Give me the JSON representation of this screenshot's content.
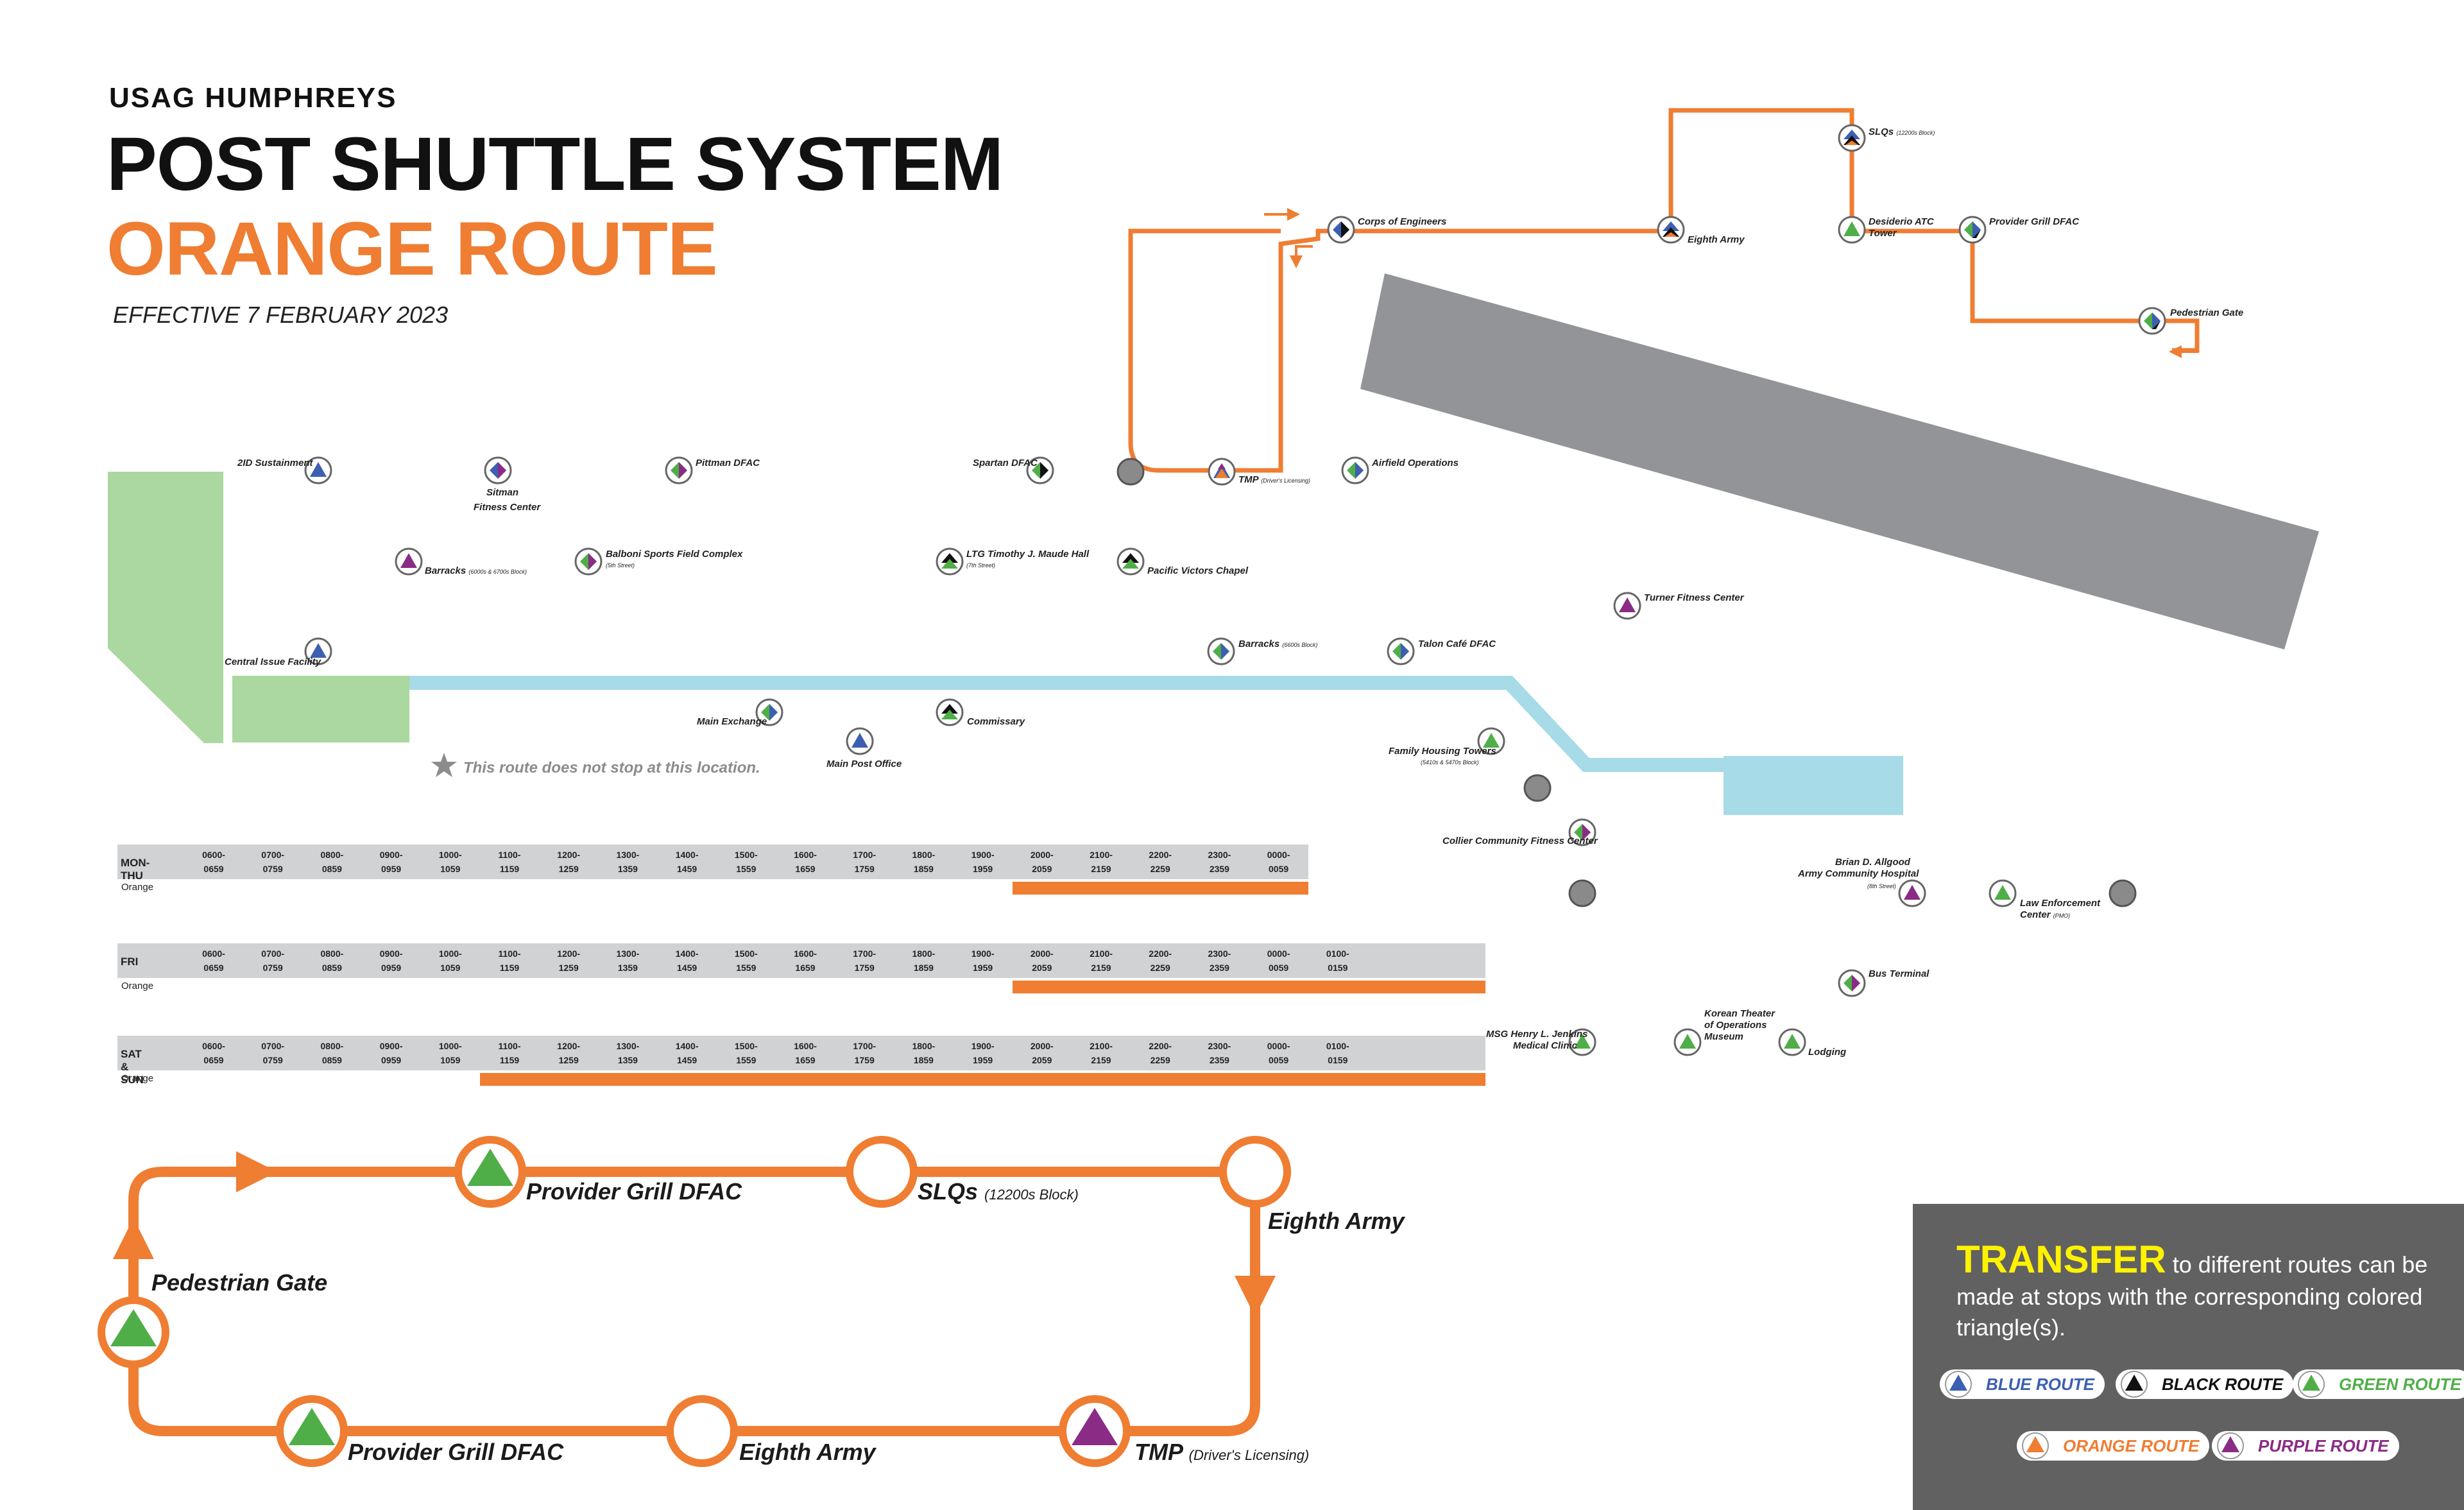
{
  "header": {
    "post": "USAG HUMPHREYS",
    "title": "POST SHUTTLE SYSTEM",
    "route": "ORANGE ROUTE",
    "effective": "EFFECTIVE 7 FEBRUARY 2023"
  },
  "colors": {
    "orange": "#ef7d32",
    "blue": "#3d5fb1",
    "black": "#111111",
    "green": "#4fae48",
    "purple": "#8a2c86",
    "runway": "#929497",
    "river": "#a6dbe7",
    "field": "#abd8a0",
    "panel": "#616161",
    "highlight": "#fff200"
  },
  "map": {
    "stops": {
      "sustainment_2id": "2ID Sustainment",
      "sitman": "Sitman",
      "sitman2": "Fitness Center",
      "pittman": "Pittman DFAC",
      "spartan": "Spartan DFAC",
      "tmp": "TMP",
      "tmp_sub": "(Driver's Licensing)",
      "airfield": "Airfield Operations",
      "barracks_6000": "Barracks",
      "barracks_6000_sub": "(6000s & 6700s Block)",
      "balboni": "Balboni Sports Field Complex",
      "balboni_sub": "(5th Street)",
      "maude": "LTG Timothy J. Maude Hall",
      "maude_sub": "(7th Street)",
      "pacific": "Pacific Victors Chapel",
      "turner": "Turner Fitness Center",
      "barracks_6600": "Barracks",
      "barracks_6600_sub": "(6600s Block)",
      "talon": "Talon Café DFAC",
      "cif": "Central Issue Facility",
      "exchange": "Main Exchange",
      "commissary": "Commissary",
      "post_office": "Main Post Office",
      "family_towers": "Family Housing Towers",
      "family_towers_sub": "(5410s & 5470s Block)",
      "collier": "Collier Community Fitness Center",
      "hospital1": "Brian D. Allgood",
      "hospital2": "Army Community Hospital",
      "hospital_sub": "(8th Street)",
      "law1": "Law Enforcement",
      "law2": "Center",
      "law_sub": "(PMO)",
      "bus_terminal": "Bus Terminal",
      "jenkins1": "MSG Henry L. Jenkins",
      "jenkins2": "Medical Clinic",
      "museum1": "Korean Theater",
      "museum2": "of Operations",
      "museum3": "Museum",
      "lodging": "Lodging",
      "corps": "Corps of Engineers",
      "eighth_army": "Eighth Army",
      "slqs": "SLQs",
      "slqs_sub": "(12200s Block)",
      "desiderio1": "Desiderio ATC",
      "desiderio2": "Tower",
      "provider": "Provider Grill DFAC",
      "ped_gate": "Pedestrian Gate"
    },
    "note": "This route does not stop at this location."
  },
  "schedule": {
    "route_label": "Orange",
    "times": [
      "0600-",
      "0659",
      "0700-",
      "0759",
      "0800-",
      "0859",
      "0900-",
      "0959",
      "1000-",
      "1059",
      "1100-",
      "1159",
      "1200-",
      "1259",
      "1300-",
      "1359",
      "1400-",
      "1459",
      "1500-",
      "1559",
      "1600-",
      "1659",
      "1700-",
      "1759",
      "1800-",
      "1859",
      "1900-",
      "1959",
      "2000-",
      "2059",
      "2100-",
      "2159",
      "2200-",
      "2259",
      "2300-",
      "2359",
      "0000-",
      "0059",
      "0100-",
      "0159"
    ],
    "rows": [
      {
        "day": "MON-THU",
        "slots": 19,
        "active_from": 14,
        "active_to": 18
      },
      {
        "day": "FRI",
        "slots": 22,
        "active_from": 14,
        "active_to": 21
      },
      {
        "day": "SAT & SUN",
        "slots": 22,
        "active_from": 5,
        "active_to": 21
      }
    ]
  },
  "diagram": {
    "stops": [
      {
        "name": "Provider Grill DFAC",
        "sub": ""
      },
      {
        "name": "SLQs",
        "sub": "(12200s Block)"
      },
      {
        "name": "Eighth Army",
        "sub": ""
      },
      {
        "name": "TMP",
        "sub": "(Driver's Licensing)"
      },
      {
        "name": "Eighth Army",
        "sub": ""
      },
      {
        "name": "Provider Grill DFAC",
        "sub": ""
      },
      {
        "name": "Pedestrian Gate",
        "sub": ""
      }
    ]
  },
  "transfer": {
    "word": "TRANSFER",
    "text": "to different routes can be made at stops with the corresponding colored triangle(s).",
    "legend": {
      "blue": "BLUE ROUTE",
      "black": "BLACK ROUTE",
      "green": "GREEN ROUTE",
      "orange": "ORANGE ROUTE",
      "purple": "PURPLE ROUTE"
    }
  }
}
